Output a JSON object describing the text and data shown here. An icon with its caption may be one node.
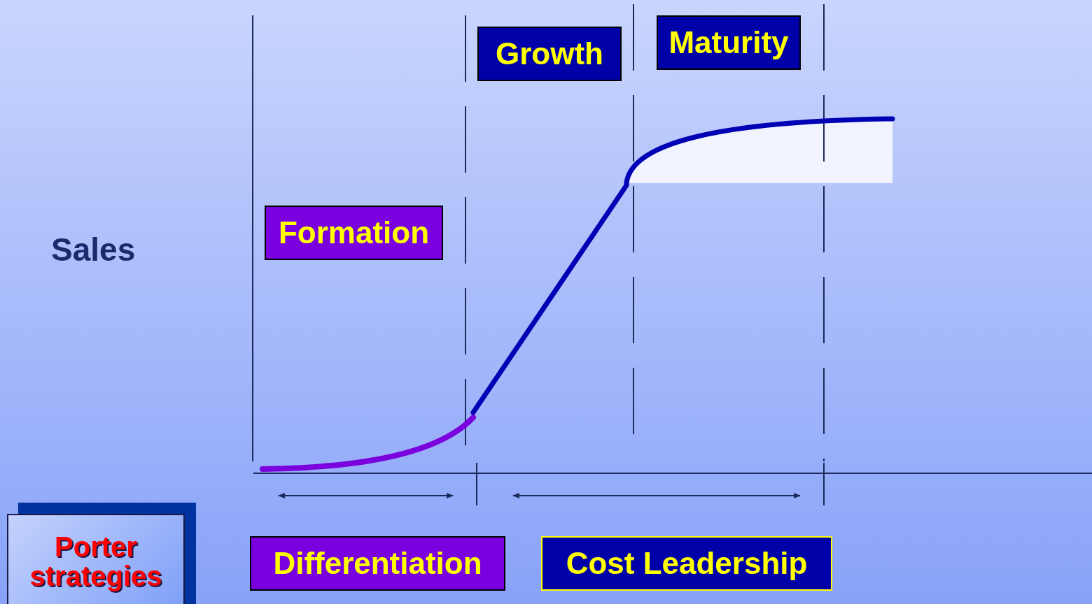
{
  "diagram": {
    "nodes": [
      {
        "text": [
          "Formation"
        ]
      },
      {
        "text": [
          "Growth"
        ]
      },
      {
        "text": [
          "Maturity"
        ]
      },
      {
        "text": [
          "Porter strategies"
        ]
      },
      {
        "text": [
          "Differentiation"
        ]
      },
      {
        "text": [
          "Cost Leadership"
        ]
      }
    ],
    "labels": [
      "Sales"
    ]
  }
}
